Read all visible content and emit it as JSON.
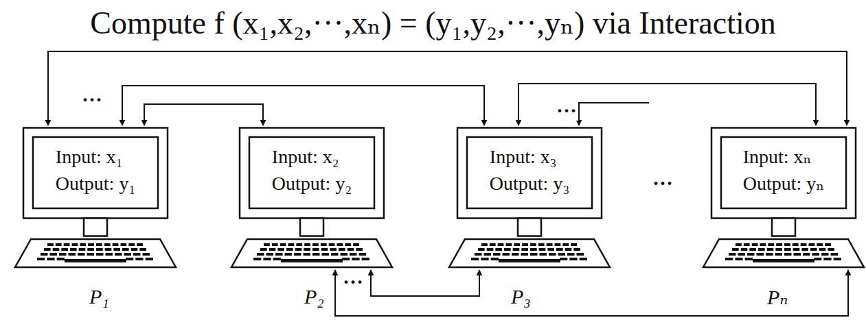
{
  "diagram": {
    "title": "Compute f (x₁,x₂,···,xₙ) = (y₁,y₂,···,yₙ) via Interaction",
    "nodes": [
      {
        "text": [
          "Input: x₁",
          "Output: y₁",
          "P₁"
        ]
      },
      {
        "text": [
          "Input: x₂",
          "Output: y₂",
          "P₂"
        ]
      },
      {
        "text": [
          "Input: x₃",
          "Output: y₃",
          "P₃"
        ]
      },
      {
        "text": [
          "Input: xₙ",
          "Output: yₙ",
          "Pₙ"
        ]
      }
    ],
    "edges": [
      {
        "from": 0,
        "to": 3,
        "arrow": "both"
      },
      {
        "from": 0,
        "to": 2,
        "arrow": "both"
      },
      {
        "from": 0,
        "to": 1,
        "arrow": "both"
      },
      {
        "from": 2,
        "to": 3,
        "arrow": "both"
      },
      {
        "from": 1,
        "to": 2,
        "arrow": "both"
      },
      {
        "from": 1,
        "to": 3,
        "arrow": "both"
      }
    ],
    "labels": [
      "···",
      "···",
      "···",
      "···"
    ]
  }
}
